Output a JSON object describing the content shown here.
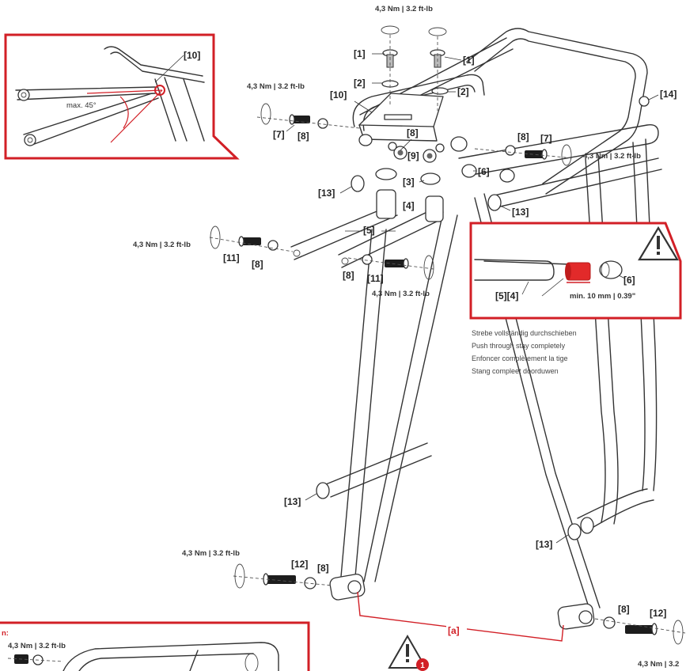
{
  "torque": {
    "top": "4,3 Nm | 3.2 ft-lb",
    "left_upper": "4,3 Nm | 3.2 ft-lb",
    "right_upper": "4,3 Nm | 3.2 ft-lb",
    "left_mid": "4,3 Nm | 3.2 ft-lb",
    "center_mid": "4,3 Nm | 3.2 ft-lb",
    "left_lower": "4,3 Nm | 3.2 ft-lb",
    "right_lower": "4,3 Nm | 3.2",
    "inset_bottom": "4,3 Nm | 3.2 ft-lb"
  },
  "parts": {
    "p1": "[1]",
    "p2": "[2]",
    "p3": "[3]",
    "p4": "[4]",
    "p5": "[5]",
    "p6": "[6]",
    "p7": "[7]",
    "p8": "[8]",
    "p9": "[9]",
    "p10": "[10]",
    "p11": "[11]",
    "p12": "[12]",
    "p13": "[13]",
    "p14": "[14]"
  },
  "inset_angle": {
    "label_part": "[10]",
    "max_angle": "max. 45°"
  },
  "inset_detail": {
    "labels_left": "[5][4]",
    "label_right": "[6]",
    "min_length": "min. 10 mm | 0.39\""
  },
  "instructions": [
    "Strebe vollständig durchschieben",
    "Push through stay completely",
    "Enfoncer complètement la tige",
    "Stang compleet doorduwen"
  ],
  "dimension_label": "[a]",
  "warning_badge": "1",
  "inset_bottom_prefix": "n:",
  "colors": {
    "accent": "#d21f26",
    "line": "#333333"
  }
}
